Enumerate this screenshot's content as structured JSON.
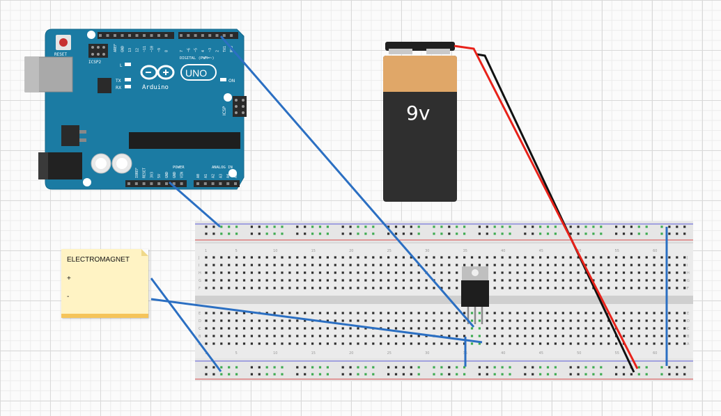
{
  "arduino": {
    "brand": "Arduino",
    "model": "UNO",
    "reset_label": "RESET",
    "icsp2_label": "ICSP2",
    "icsp_label": "ICSP",
    "led_l": "L",
    "led_tx": "TX",
    "led_rx": "RX",
    "on_label": "ON",
    "digital_label": "DIGITAL (PWM=~)",
    "power_label": "POWER",
    "analog_label": "ANALOG IN",
    "top_pins": [
      "AREF",
      "GND",
      "13",
      "12",
      "~11",
      "~10",
      "~9",
      "8",
      "7",
      "~6",
      "~5",
      "4",
      "~3",
      "2",
      "TX1",
      "RX0"
    ],
    "power_pins": [
      "IOREF",
      "RESET",
      "3V3",
      "5V",
      "GND",
      "GND",
      "VIN"
    ],
    "analog_pins": [
      "A0",
      "A1",
      "A2",
      "A3",
      "A4",
      "A5"
    ]
  },
  "battery": {
    "label": "9v"
  },
  "note": {
    "title": "ELECTROMAGNET",
    "plus": "+",
    "minus": "-"
  },
  "breadboard": {
    "column_numbers": [
      "1",
      "5",
      "10",
      "15",
      "20",
      "25",
      "30",
      "35",
      "40",
      "45",
      "50",
      "55",
      "60"
    ],
    "row_letters_top": [
      "J",
      "I",
      "H",
      "G",
      "F"
    ],
    "row_letters_bottom": [
      "E",
      "D",
      "C",
      "B",
      "A"
    ]
  },
  "colors": {
    "arduino_board": "#1b7ba3",
    "wire_blue": "#2b6fc2",
    "wire_red": "#e8221a",
    "wire_black": "#111111",
    "battery_copper": "#e0a768",
    "battery_body": "#2f2f2f",
    "rail_red": "#d84a4a",
    "rail_blue": "#5a5ad8",
    "hole_active": "#3dab50"
  }
}
